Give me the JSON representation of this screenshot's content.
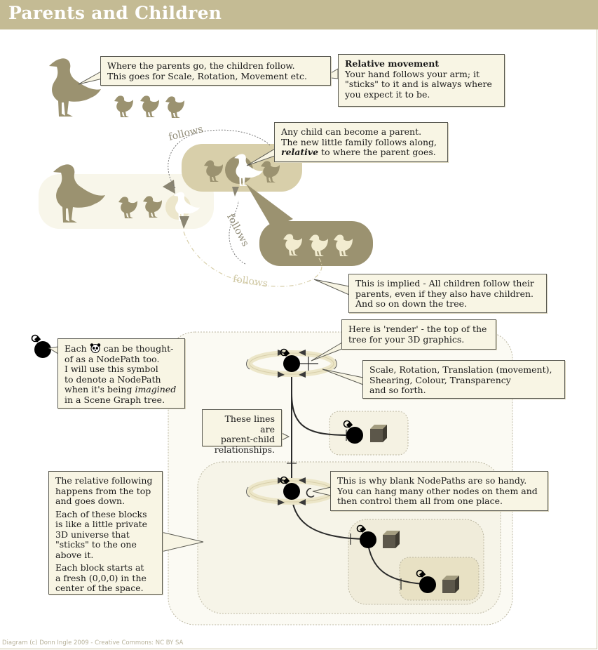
{
  "header": {
    "title": "Parents and Children"
  },
  "callouts": {
    "parents": {
      "line1": "Where the parents go, the children follow.",
      "line2": "This goes for Scale, Rotation, Movement etc."
    },
    "relative": {
      "title": "Relative movement",
      "line1": "Your hand follows your arm; it",
      "line2": "\"sticks\" to it and is always where",
      "line3": "you expect it to be."
    },
    "child_parent": {
      "line1": "Any child can become a parent.",
      "line2": "The new little family follows along,",
      "line3_em": "relative",
      "line3_rest": " to where the parent goes."
    },
    "implied": {
      "line1": "This is implied - All children follow their",
      "line2": "parents, even if they also have children.",
      "line3": "And so on down the tree."
    },
    "render": {
      "line1": "Here is 'render' - the top of the",
      "line2": "tree for your 3D graphics."
    },
    "transforms": {
      "line1": "Scale, Rotation, Translation (movement),",
      "line2": "Shearing, Colour, Transparency",
      "line3": "and so forth."
    },
    "nodepath": {
      "line1_a": "Each",
      "line1_b": "can be thought-",
      "line2": "of as a NodePath too.",
      "line3": "I will use this symbol",
      "line4": "to denote a NodePath",
      "line5_a": "when it's being ",
      "line5_em": "imagined",
      "line6": "in a Scene Graph tree."
    },
    "lines": {
      "line1": "These lines are",
      "line2": "parent-child",
      "line3": "relationships."
    },
    "blank": {
      "line1": "This is why blank NodePaths are so handy.",
      "line2": "You can hang many other nodes on them and",
      "line3": "then control them all from one place."
    },
    "relative_following": {
      "p1_l1": "The relative following",
      "p1_l2": "happens from the top",
      "p1_l3": "and goes down.",
      "p2_l1": "Each of these blocks",
      "p2_l2": "is like a little private",
      "p2_l3": "3D universe that",
      "p2_l4": "\"sticks\" to the one",
      "p2_l5": "above it.",
      "p3_l1": "Each block starts at",
      "p3_l2": "a fresh (0,0,0) in the",
      "p3_l3": "center of the space."
    }
  },
  "follows_labels": [
    "follows",
    "follows",
    "follows"
  ],
  "credit": "Diagram (c) Donn Ingle 2009 - Creative Commons: NC BY SA",
  "colors": {
    "header": "#c4bb94",
    "duck": "#9b9270",
    "block_light": "#f8f6ea",
    "block_mid": "#d8cfaa",
    "block_dark": "#9b9270",
    "callout_bg": "#f8f5e4",
    "node": "#000000",
    "box": "#5c574a"
  }
}
